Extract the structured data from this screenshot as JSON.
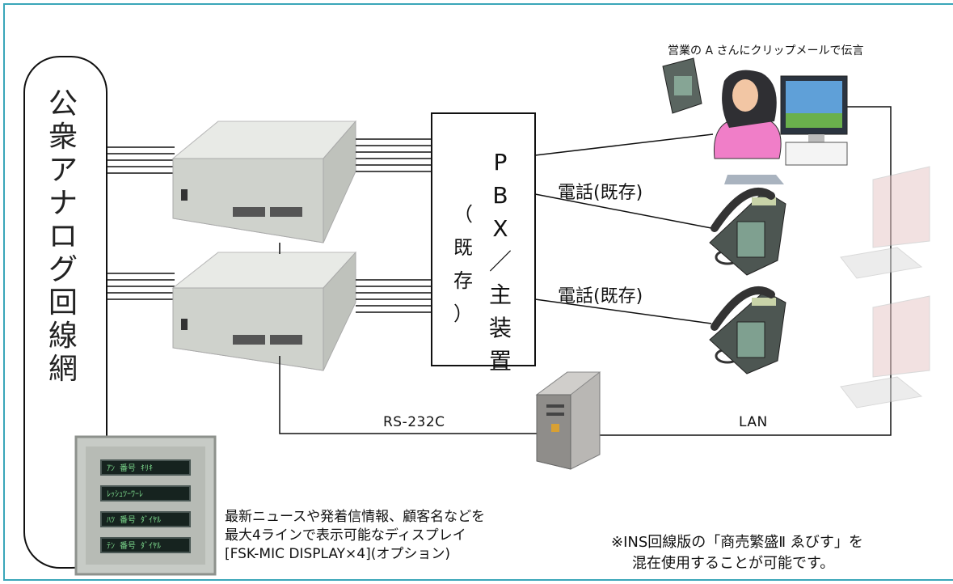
{
  "public_network": {
    "label": "公衆アナログ回線網"
  },
  "pbx": {
    "label_main": "PBX／主装置",
    "label_existing": "（既存）"
  },
  "phone_labels": {
    "phone1": "電話(既存)",
    "phone2": "電話(既存)"
  },
  "clip_mail_note": "営業の A さんにクリップメールで伝言",
  "cables": {
    "rs232c": "RS-232C",
    "lan": "LAN"
  },
  "display_panel": {
    "lines": [
      "ｱﾝ 番号 ｷﾘｷ",
      "ﾚｯｼｭﾂｰﾜｰﾚ",
      "ﾊﾂ 番号 ﾀﾞｲﾔﾙ",
      "ﾃﾝ 番号 ﾀﾞｲﾔﾙ"
    ],
    "description": [
      "最新ニュースや発着信情報、顧客名などを",
      "最大4ラインで表示可能なディスプレイ",
      "[FSK-MIC DISPLAY×4](オプション)"
    ]
  },
  "ins_note": [
    "※INS回線版の「商売繁盛Ⅱ ゑびす」を",
    "混在使用することが可能です。"
  ],
  "colors": {
    "border": "#3aa6b9",
    "line": "#111111",
    "device": "#d9dcd6"
  }
}
